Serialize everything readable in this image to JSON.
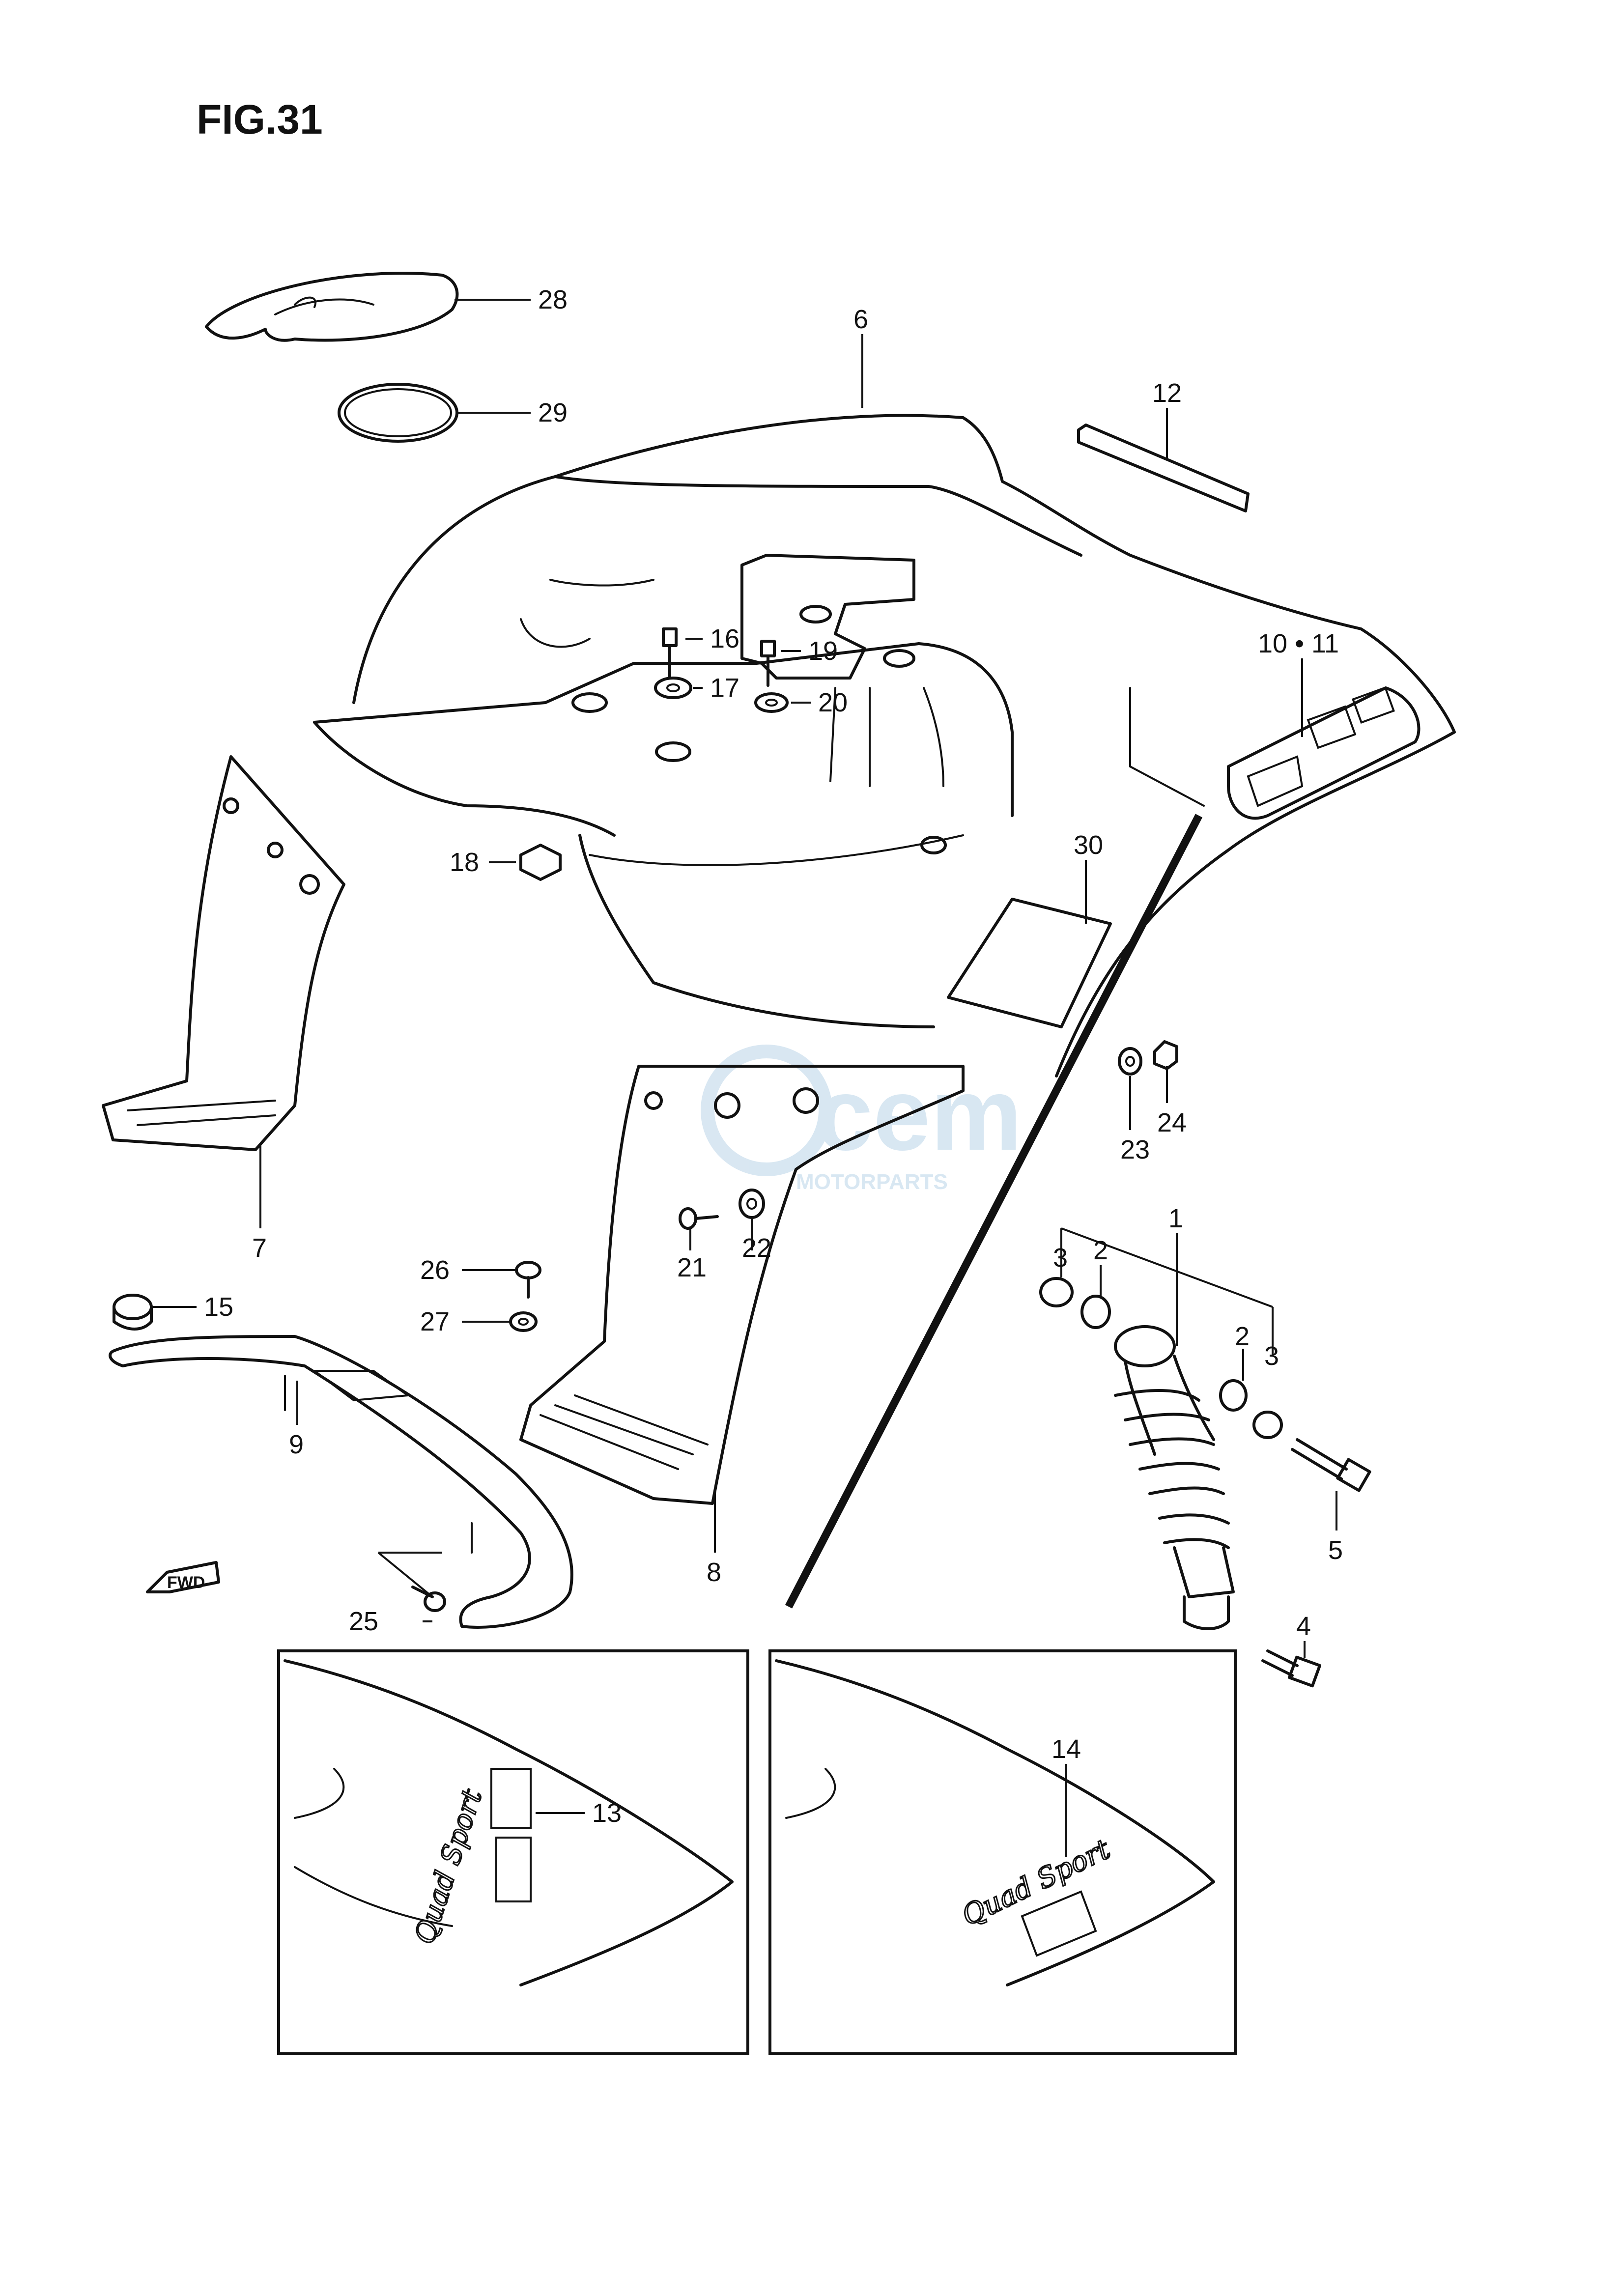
{
  "figure": {
    "title": "FIG.31"
  },
  "watermark": {
    "brand": "cem",
    "sub": "MOTORPARTS",
    "color": "#b9d4e8"
  },
  "fwd_arrow": {
    "label": "FWD"
  },
  "callouts": [
    {
      "id": "c28",
      "label": "28"
    },
    {
      "id": "c29",
      "label": "29"
    },
    {
      "id": "c6",
      "label": "6"
    },
    {
      "id": "c12",
      "label": "12"
    },
    {
      "id": "c16",
      "label": "16"
    },
    {
      "id": "c19",
      "label": "19"
    },
    {
      "id": "c17",
      "label": "17"
    },
    {
      "id": "c20",
      "label": "20"
    },
    {
      "id": "c10-11",
      "label": "10 • 11"
    },
    {
      "id": "c18",
      "label": "18"
    },
    {
      "id": "c30",
      "label": "30"
    },
    {
      "id": "c7",
      "label": "7"
    },
    {
      "id": "c23",
      "label": "23"
    },
    {
      "id": "c24",
      "label": "24"
    },
    {
      "id": "c21",
      "label": "21"
    },
    {
      "id": "c22",
      "label": "22"
    },
    {
      "id": "c26",
      "label": "26"
    },
    {
      "id": "c27",
      "label": "27"
    },
    {
      "id": "c15",
      "label": "15"
    },
    {
      "id": "c9",
      "label": "9"
    },
    {
      "id": "c8",
      "label": "8"
    },
    {
      "id": "c25",
      "label": "25"
    },
    {
      "id": "c3a",
      "label": "3"
    },
    {
      "id": "c2a",
      "label": "2"
    },
    {
      "id": "c1",
      "label": "1"
    },
    {
      "id": "c2b",
      "label": "2"
    },
    {
      "id": "c3b",
      "label": "3"
    },
    {
      "id": "c5",
      "label": "5"
    },
    {
      "id": "c4",
      "label": "4"
    },
    {
      "id": "c13",
      "label": "13"
    },
    {
      "id": "c14",
      "label": "14"
    }
  ]
}
